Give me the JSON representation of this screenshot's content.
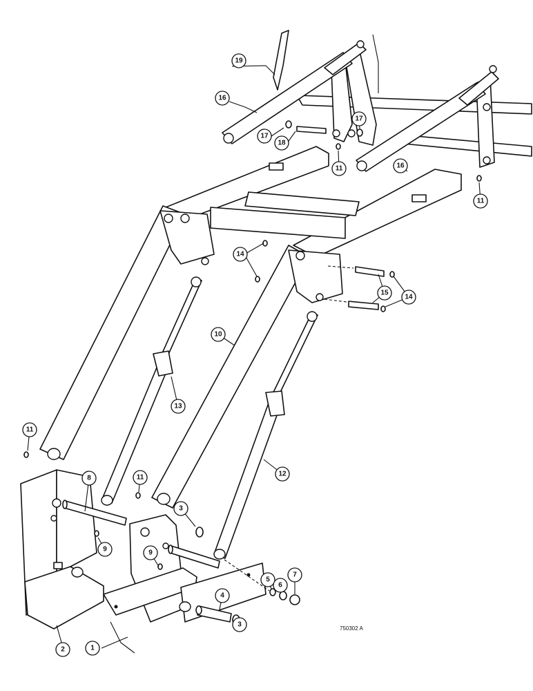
{
  "figure_code": "750302 A",
  "callouts": [
    {
      "label": "1"
    },
    {
      "label": "2"
    },
    {
      "label": "3"
    },
    {
      "label": "3"
    },
    {
      "label": "4"
    },
    {
      "label": "5"
    },
    {
      "label": "6"
    },
    {
      "label": "7"
    },
    {
      "label": "8"
    },
    {
      "label": "9"
    },
    {
      "label": "9"
    },
    {
      "label": "10"
    },
    {
      "label": "11"
    },
    {
      "label": "11"
    },
    {
      "label": "11"
    },
    {
      "label": "11"
    },
    {
      "label": "12"
    },
    {
      "label": "13"
    },
    {
      "label": "14"
    },
    {
      "label": "14"
    },
    {
      "label": "15"
    },
    {
      "label": "16"
    },
    {
      "label": "16"
    },
    {
      "label": "17"
    },
    {
      "label": "17"
    },
    {
      "label": "18"
    },
    {
      "label": "19"
    }
  ]
}
